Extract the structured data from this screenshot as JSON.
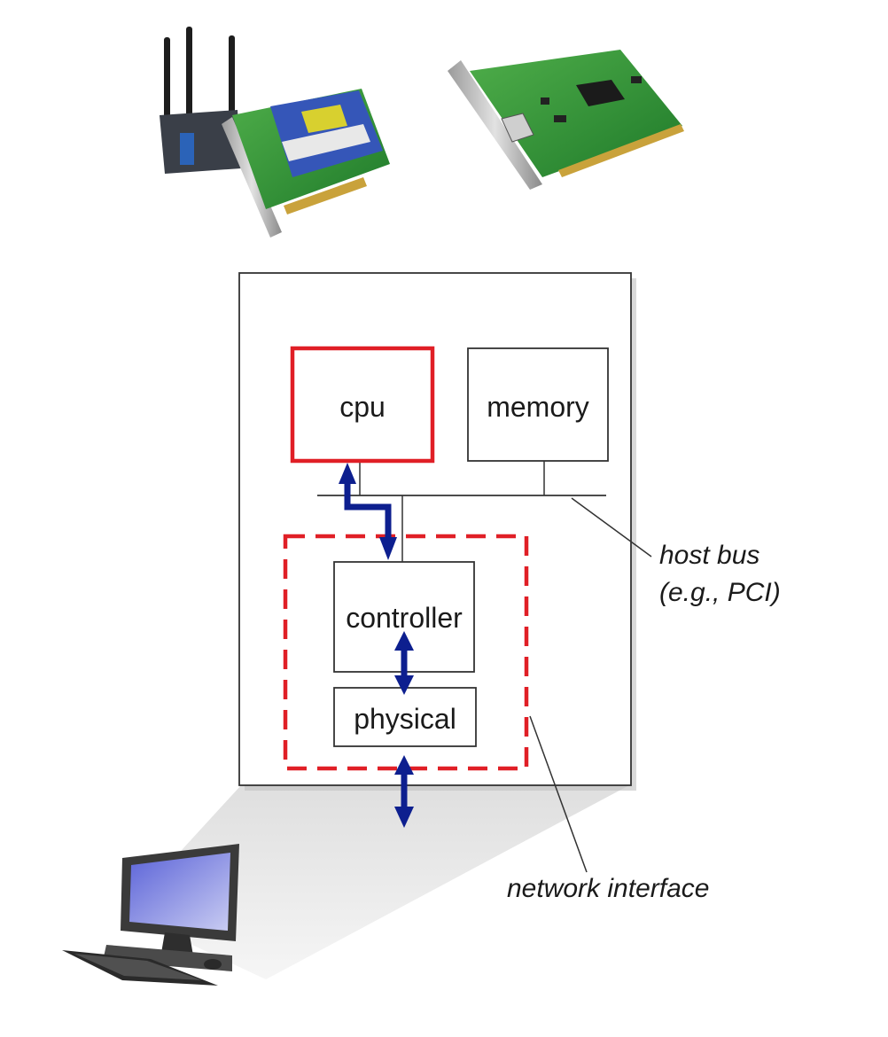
{
  "components": {
    "cpu": "cpu",
    "memory": "memory",
    "controller": "controller",
    "physical": "physical"
  },
  "annotations": {
    "host_bus_line1": "host bus",
    "host_bus_line2": "(e.g., PCI)",
    "network_interface": "network interface"
  },
  "illustrations": {
    "wireless_card": "wireless-pci-card-with-antennas",
    "ethernet_card": "ethernet-pci-card",
    "computer": "desktop-computer"
  },
  "colors": {
    "cpu_border": "#e01f26",
    "nic_dashed_border": "#e01f26",
    "arrows": "#0d1f8f",
    "box_border": "#333333"
  }
}
